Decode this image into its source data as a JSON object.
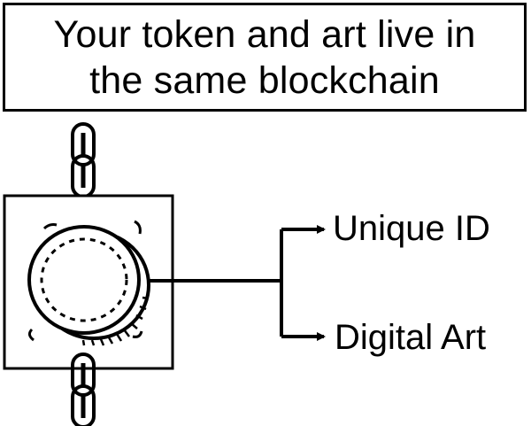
{
  "title": {
    "line1": "Your token and art live in",
    "line2": "the same blockchain"
  },
  "outputs": [
    {
      "label": "Unique ID",
      "icon": "arrow-right-icon"
    },
    {
      "label": "Digital Art",
      "icon": "arrow-right-icon"
    }
  ],
  "icons": {
    "token": "coin-icon",
    "chain_top": "chain-link-icon",
    "chain_bottom": "chain-link-icon"
  },
  "colors": {
    "stroke": "#000000",
    "background": "#ffffff"
  }
}
